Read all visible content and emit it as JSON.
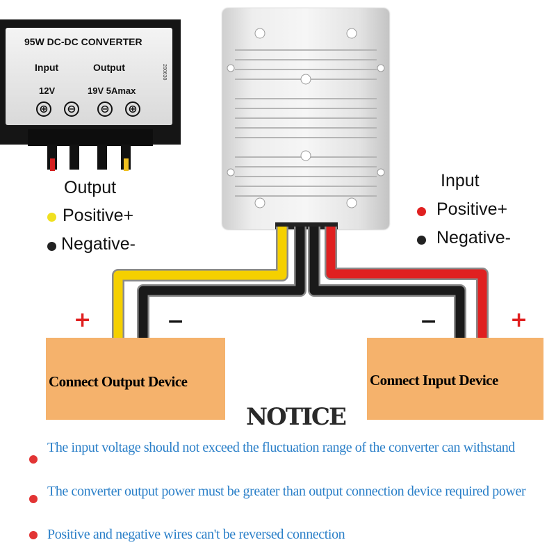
{
  "label": {
    "title": "95W DC-DC CONVERTER",
    "input_heading": "Input",
    "output_heading": "Output",
    "input_value": "12V",
    "output_value": "19V 5Amax",
    "serial": "200630",
    "terminals": [
      "⊕",
      "⊖",
      "⊖",
      "⊕"
    ]
  },
  "output_legend": {
    "heading": "Output",
    "positive": "Positive+",
    "negative": "Negative-",
    "positive_color": "#f0e020",
    "negative_color": "#222222"
  },
  "input_legend": {
    "heading": "Input",
    "positive": "Positive+",
    "negative": "Negative-",
    "positive_color": "#e02020",
    "negative_color": "#222222"
  },
  "output_device": {
    "label": "Connect Output Device",
    "plus": "+",
    "minus": "−"
  },
  "input_device": {
    "label": "Connect Input Device",
    "plus": "+",
    "minus": "−"
  },
  "wire_colors": {
    "yellow": "#f5d000",
    "black": "#1a1a1a",
    "red": "#e02020",
    "outline": "#8a8a8a"
  },
  "notice": {
    "title": "NOTICE",
    "items": [
      "The input voltage  should not exceed the fluctuation range of the converter can withstand",
      "The converter output power must be  greater than output connection device required power",
      "Positive and negative wires can't be  reversed connection"
    ],
    "bullet_color": "#e23434",
    "text_color": "#2a7fc8"
  }
}
